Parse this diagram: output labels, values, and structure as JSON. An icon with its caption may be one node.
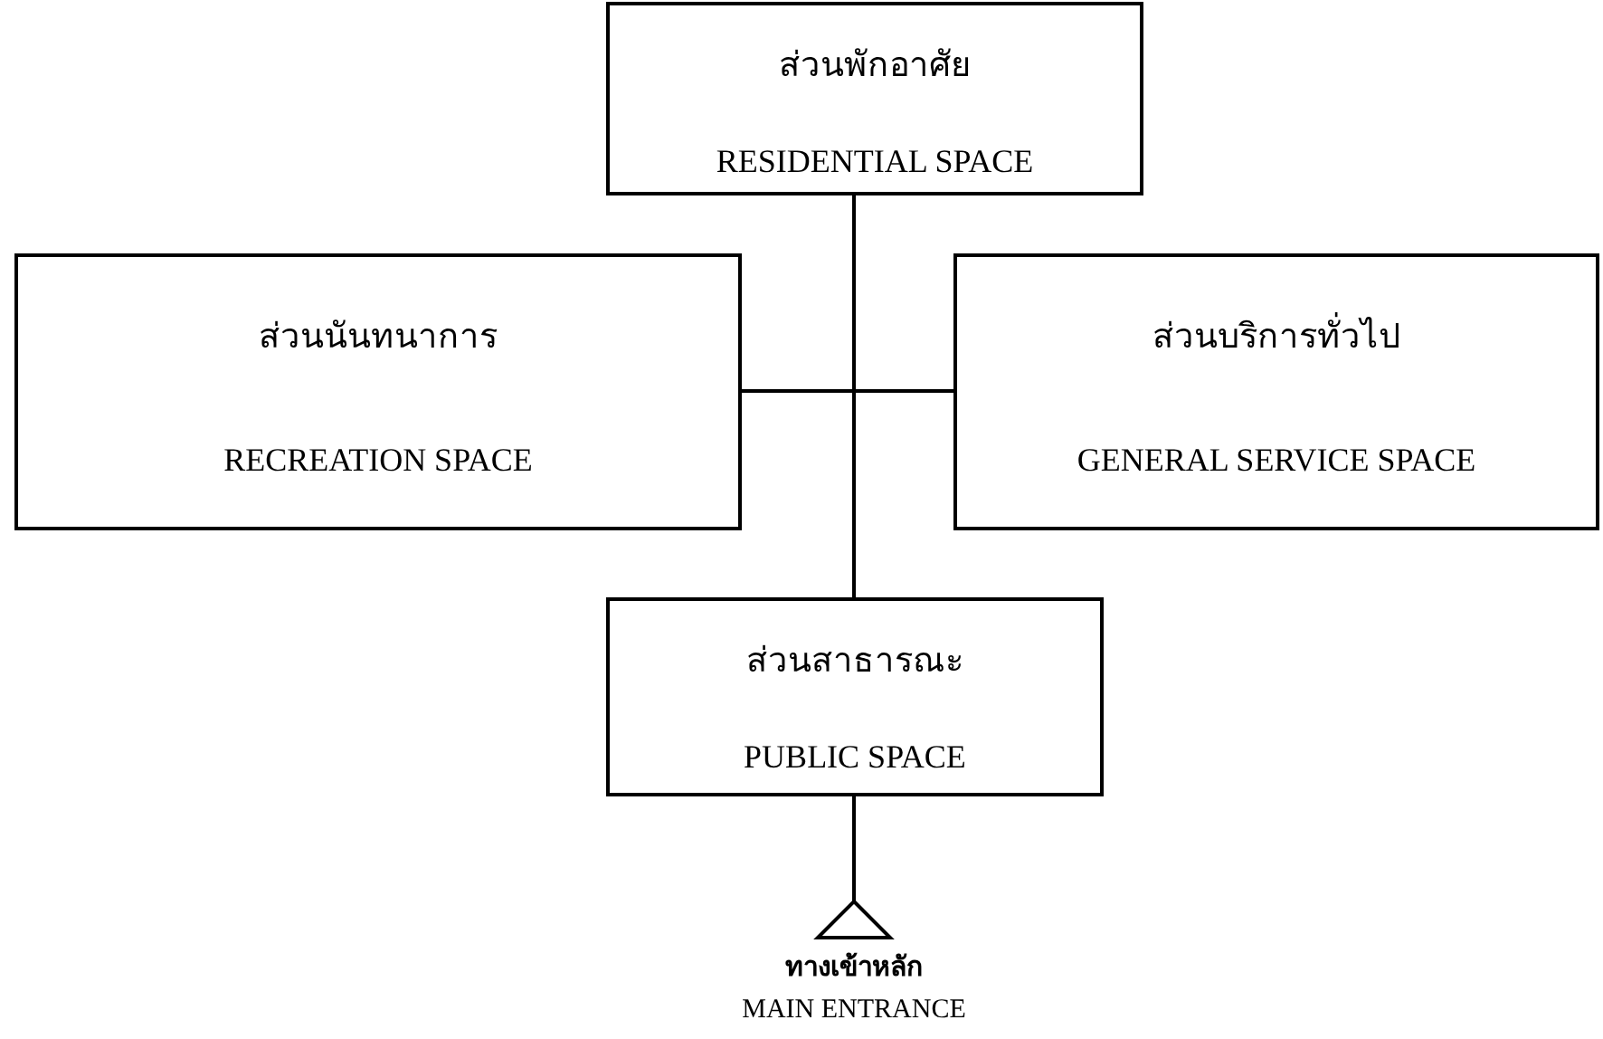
{
  "diagram": {
    "nodes": [
      {
        "text": [
          "ส่วนพักอาศัย",
          "RESIDENTIAL SPACE"
        ]
      },
      {
        "text": [
          "ส่วนนันทนาการ",
          "RECREATION SPACE"
        ]
      },
      {
        "text": [
          "ส่วนบริการทั่วไป",
          "GENERAL SERVICE SPACE"
        ]
      },
      {
        "text": [
          "ส่วนสาธารณะ",
          "PUBLIC SPACE"
        ]
      },
      {
        "text": [],
        "shape": "triangle"
      }
    ],
    "edges": [
      {
        "from": 0,
        "to": 3,
        "arrow": "none"
      },
      {
        "from": 1,
        "to": 2,
        "arrow": "none"
      },
      {
        "from": 3,
        "to": 4,
        "arrow": "none"
      }
    ],
    "labels": [
      "ทางเข้าหลัก",
      "MAIN ENTRANCE"
    ]
  }
}
